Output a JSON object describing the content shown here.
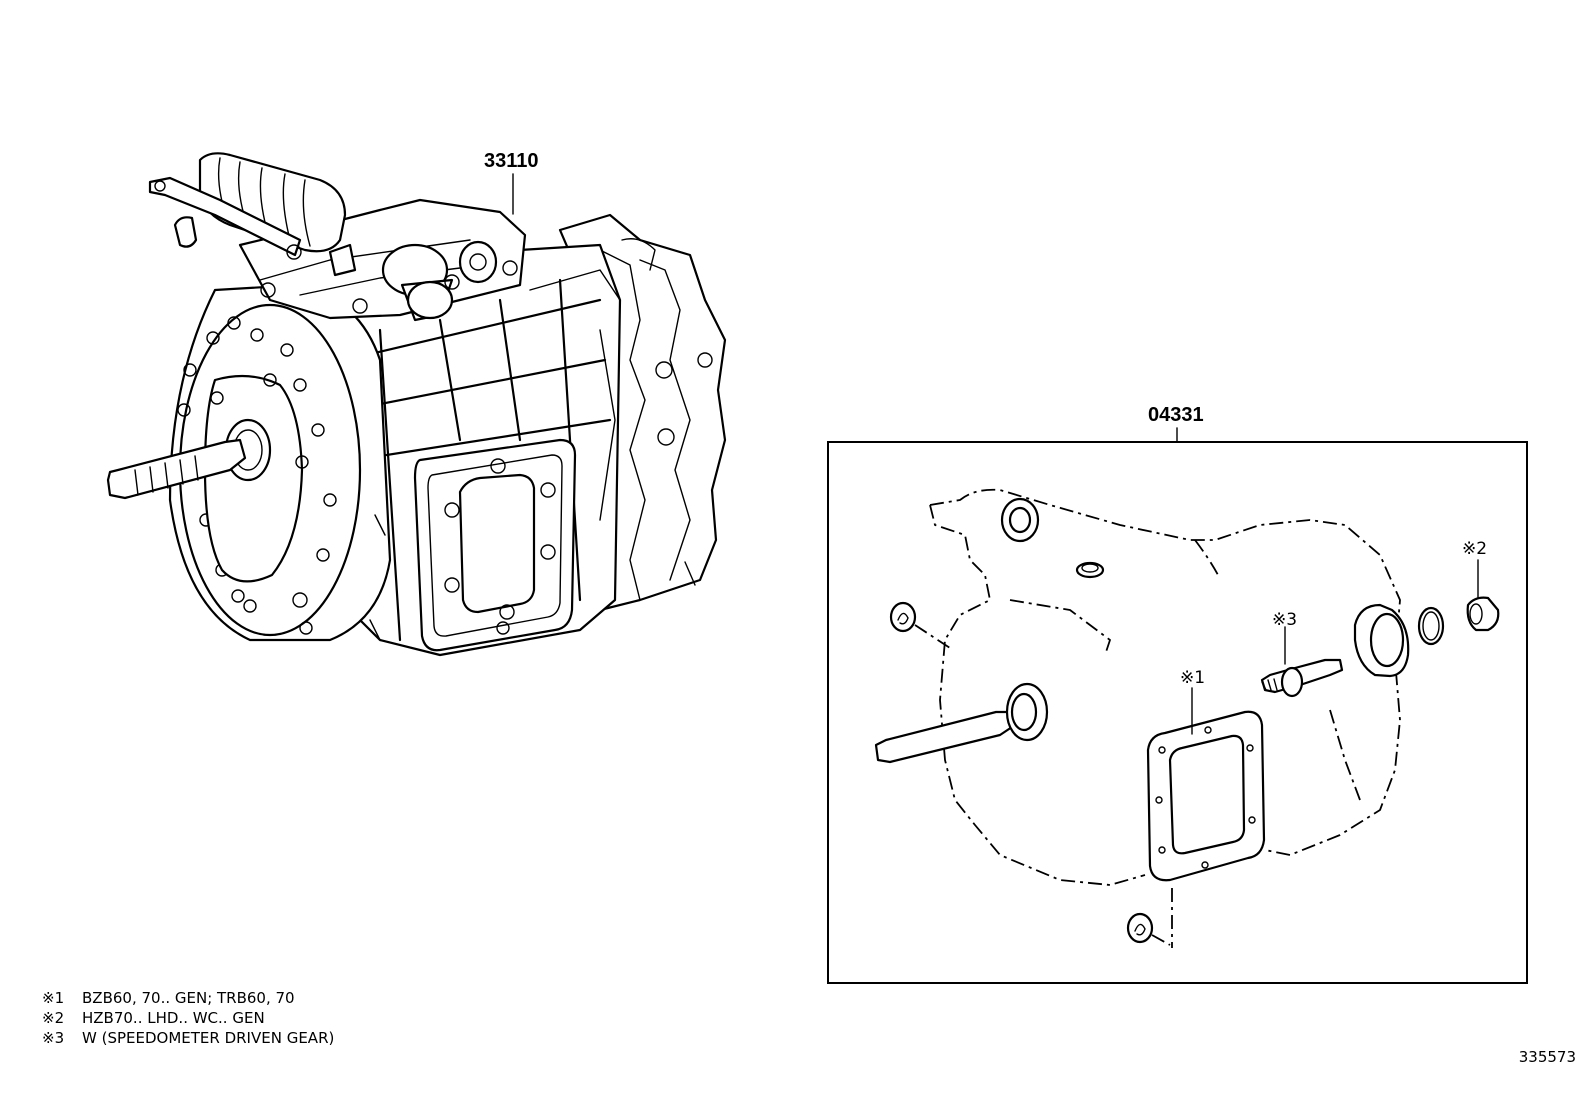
{
  "parts": {
    "transmission": "33110",
    "gasket_kit": "04331"
  },
  "markers": {
    "m1": "※1",
    "m2": "※2",
    "m3": "※3"
  },
  "notes": [
    {
      "marker": "※1",
      "text": "BZB60, 70.. GEN; TRB60, 70"
    },
    {
      "marker": "※2",
      "text": "HZB70.. LHD.. WC.. GEN"
    },
    {
      "marker": "※3",
      "text": "W (SPEEDOMETER DRIVEN GEAR)"
    }
  ],
  "illustration_number": "335573"
}
